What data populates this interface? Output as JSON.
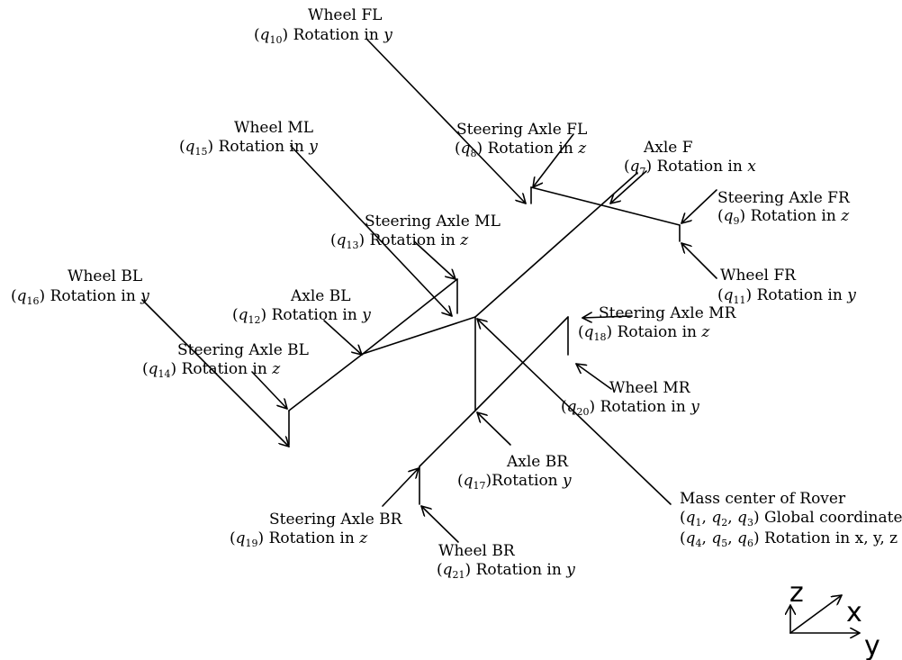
{
  "labels": {
    "wheel_fl": {
      "title": "Wheel FL",
      "var": "q",
      "sub": "10",
      "desc": "Rotation in ",
      "axis": "y"
    },
    "steer_fl": {
      "title": "Steering Axle FL",
      "var": "q",
      "sub": "8",
      "desc": "Rotation in ",
      "axis": "z"
    },
    "axle_f": {
      "title": "Axle F",
      "var": "q",
      "sub": "7",
      "desc": "Rotation in ",
      "axis": "x"
    },
    "steer_fr": {
      "title": "Steering Axle FR",
      "var": "q",
      "sub": "9",
      "desc": "Rotation in ",
      "axis": "z"
    },
    "wheel_fr": {
      "title": "Wheel FR",
      "var": "q",
      "sub": "11",
      "desc": "Rotation in ",
      "axis": "y"
    },
    "wheel_ml": {
      "title": "Wheel ML",
      "var": "q",
      "sub": "15",
      "desc": "Rotation in ",
      "axis": "y"
    },
    "steer_ml": {
      "title": "Steering Axle ML",
      "var": "q",
      "sub": "13",
      "desc": "Rotation in ",
      "axis": "z"
    },
    "wheel_bl": {
      "title": "Wheel BL",
      "var": "q",
      "sub": "16",
      "desc": "Rotation in ",
      "axis": "y"
    },
    "axle_bl": {
      "title": "Axle BL",
      "var": "q",
      "sub": "12",
      "desc": "Rotation in ",
      "axis": "y"
    },
    "steer_bl": {
      "title": "Steering Axle BL",
      "var": "q",
      "sub": "14",
      "desc": "Rotation in ",
      "axis": "z"
    },
    "steer_mr": {
      "title": "Steering Axle MR",
      "var": "q",
      "sub": "18",
      "desc": "Rotaion in ",
      "axis": "z"
    },
    "wheel_mr": {
      "title": "Wheel MR",
      "var": "q",
      "sub": "20",
      "desc": "Rotation in ",
      "axis": "y"
    },
    "axle_br": {
      "title": "Axle BR",
      "var": "q",
      "sub": "17",
      "desc": "Rotation ",
      "axis": "y"
    },
    "steer_br": {
      "title": "Steering Axle BR",
      "var": "q",
      "sub": "19",
      "desc": "Rotation in ",
      "axis": "z"
    },
    "wheel_br": {
      "title": "Wheel BR",
      "var": "q",
      "sub": "21",
      "desc": "Rotation in ",
      "axis": "y"
    }
  },
  "mass_center": {
    "title": "Mass center of Rover",
    "line1_desc": "Global coordinates",
    "line2_desc": "Rotation in x, y, z"
  },
  "frame": {
    "z": "z",
    "x": "x",
    "y": "y"
  }
}
